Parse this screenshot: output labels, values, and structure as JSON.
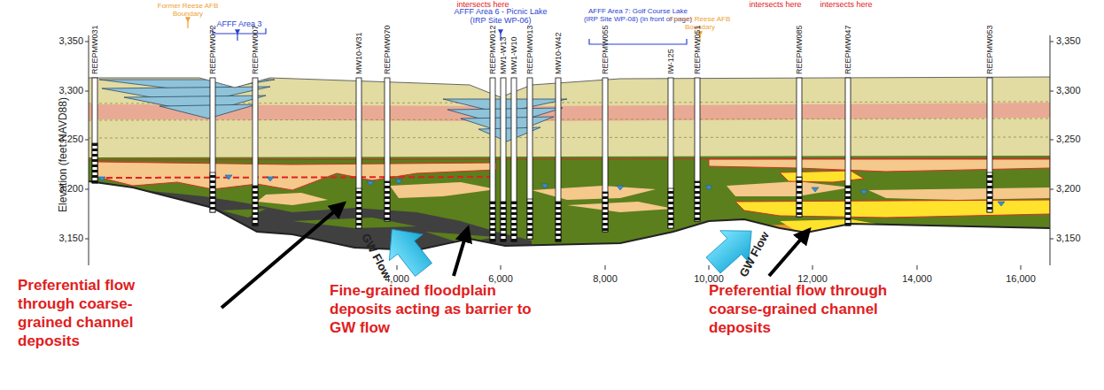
{
  "diagram": {
    "labels": [
      "intersects here",
      "intersects here",
      "intersects here",
      "Former Reese AFB Boundary",
      "AFFF Area 3",
      "AFFF Area 6 - Picnic Lake (IRP Site WP-06)",
      "AFFF Area 7: Golf Course Lake (IRP Site WP-08) (in front of page)",
      "Former Reese AFB Boundary",
      "REEPMW031",
      "REEPMW072",
      "REEPMW007",
      "MW10-W31",
      "REEPMW070",
      "REEPMW012",
      "MW1-W13",
      "MW1-W10",
      "REEPMW013",
      "MW10-W42",
      "REEPMW055",
      "IW-125",
      "REEPMW051",
      "REEPMW085",
      "REEPMW047",
      "REEPMW053",
      "Elevation (feet NAVD88)",
      "3,350",
      "3,300",
      "3,250",
      "3,200",
      "3,150",
      "3,350",
      "3,300",
      "3,250",
      "3,200",
      "3,150",
      "4,000",
      "6,000",
      "8,000",
      "10,000",
      "12,000",
      "14,000",
      "16,000",
      "GW Flow",
      "GW Flow",
      "Preferential flow through coarse-grained channel deposits",
      "Fine-grained floodplain deposits acting as barrier to GW flow",
      "Preferential flow through coarse-grained channel deposits"
    ]
  }
}
